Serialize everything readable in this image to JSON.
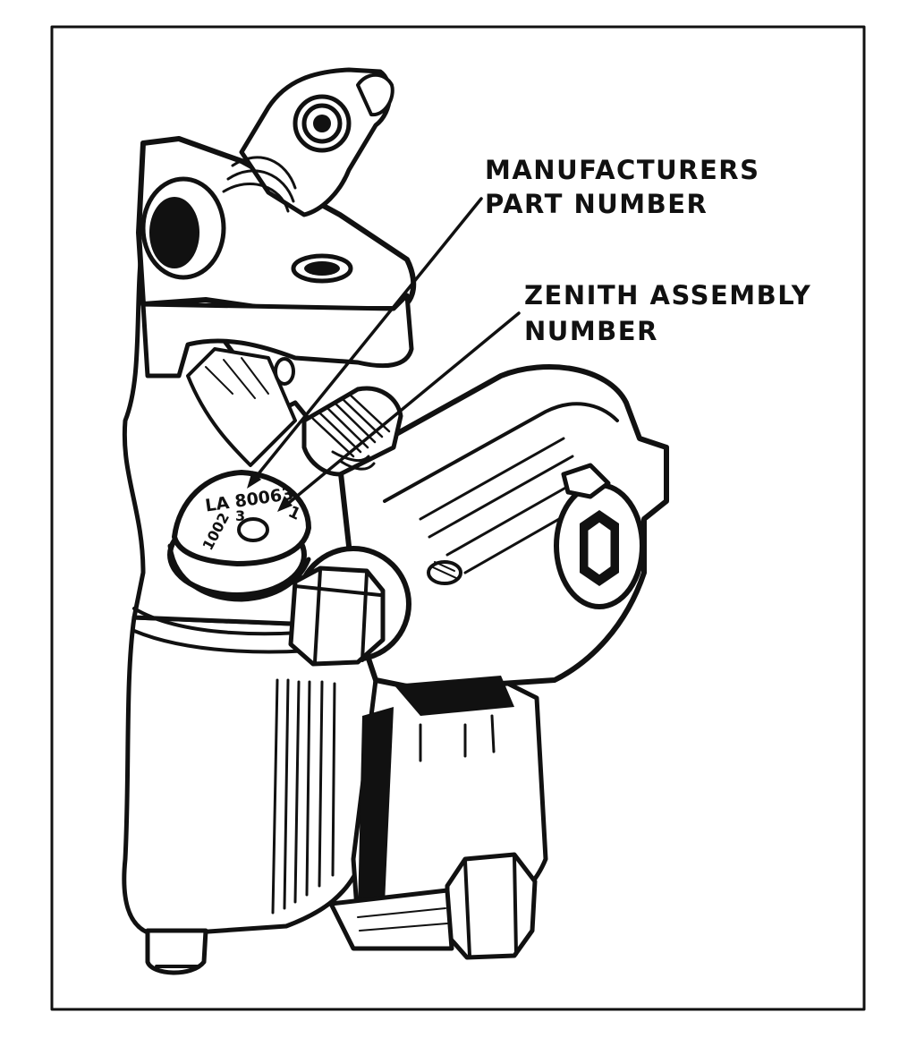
{
  "labels": {
    "part_number_line1": "MANUFACTURERS",
    "part_number_line2": "PART NUMBER",
    "assembly_line1": "ZENITH ASSEMBLY",
    "assembly_line2": "NUMBER"
  },
  "stamp": {
    "part_number": "LA 80063",
    "part_number_suffix": "1",
    "assembly_number": "1002",
    "assembly_middle": "3"
  },
  "colors": {
    "ink": "#111111",
    "paper": "#ffffff"
  }
}
